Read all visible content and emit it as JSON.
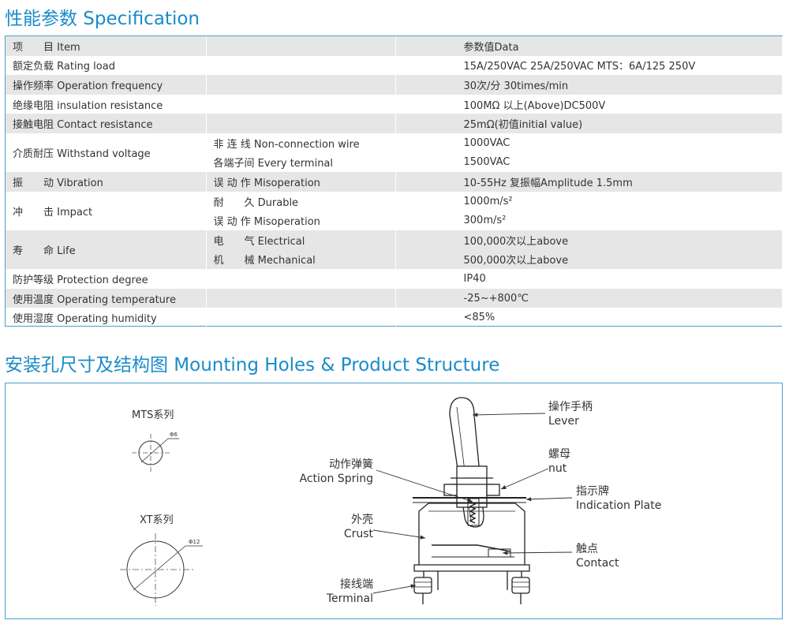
{
  "spec": {
    "heading": "性能参数 Specification",
    "rows": [
      {
        "c1": "项　　目 Item",
        "c2": "",
        "c3": "参数值Data",
        "shade": true
      },
      {
        "c1": "额定负载 Rating load",
        "c2": "",
        "c3": "15A/250VAC 25A/250VAC  MTS：6A/125 250V",
        "shade": false
      },
      {
        "c1": "操作频率 Operation frequency",
        "c2": "",
        "c3": " 30次/分 30times/min",
        "shade": true
      },
      {
        "c1": "绝缘电阻 insulation resistance",
        "c2": "",
        "c3": "100MΩ 以上(Above)DC500V",
        "shade": false
      },
      {
        "c1": "接触电阻 Contact resistance",
        "c2": "",
        "c3": " 25mΩ(初值initial value)",
        "shade": true
      },
      {
        "c1": "",
        "c2": "非 连 线 Non-connection wire",
        "c3": "1000VAC",
        "shade": false
      },
      {
        "c1": "",
        "c2": "各端子间 Every terminal",
        "c3": "1500VAC",
        "shade": false
      },
      {
        "c1": "振　　动 Vibration",
        "c2": "误 动 作 Misoperation",
        "c3": "10-55Hz  复振幅Amplitude 1.5mm",
        "shade": true
      },
      {
        "c1": "",
        "c2": "耐　　久 Durable",
        "c3": "1000m/s²",
        "shade": false
      },
      {
        "c1": "",
        "c2": "误 动 作 Misoperation",
        "c3": "300m/s²",
        "shade": false
      },
      {
        "c1": "",
        "c2": "电　　气 Electrical",
        "c3": "100,000次以上above",
        "shade": true
      },
      {
        "c1": "",
        "c2": "机　　械 Mechanical",
        "c3": " 500,000次以上above",
        "shade": true
      },
      {
        "c1": "防护等级 Protection degree",
        "c2": "",
        "c3": " IP40",
        "shade": false
      },
      {
        "c1": "使用温度 Operating temperature",
        "c2": "",
        "c3": " -25~+800℃",
        "shade": true
      },
      {
        "c1": "使用湿度 Operating humidity",
        "c2": "",
        "c3": "<85%",
        "shade": false
      }
    ],
    "merged": [
      {
        "label": "介质耐压 Withstand voltage"
      },
      {
        "label": "冲　　击 Impact"
      },
      {
        "label": "寿　　命 Life"
      }
    ]
  },
  "mounting": {
    "heading": "安装孔尺寸及结构图 Mounting Holes & Product Structure",
    "mts": {
      "title": "MTS系列",
      "dim": "Φ6"
    },
    "xt": {
      "title": "XT系列",
      "dim": "Φ12"
    },
    "parts": [
      {
        "cn": "操作手柄",
        "en": "Lever"
      },
      {
        "cn": "螺母",
        "en": "nut"
      },
      {
        "cn": "指示牌",
        "en": "Indication Plate"
      },
      {
        "cn": "触点",
        "en": "Contact"
      },
      {
        "cn": "动作弹簧",
        "en": "Action Spring"
      },
      {
        "cn": "外壳",
        "en": "Crust"
      },
      {
        "cn": "接线端",
        "en": "Terminal"
      }
    ]
  }
}
